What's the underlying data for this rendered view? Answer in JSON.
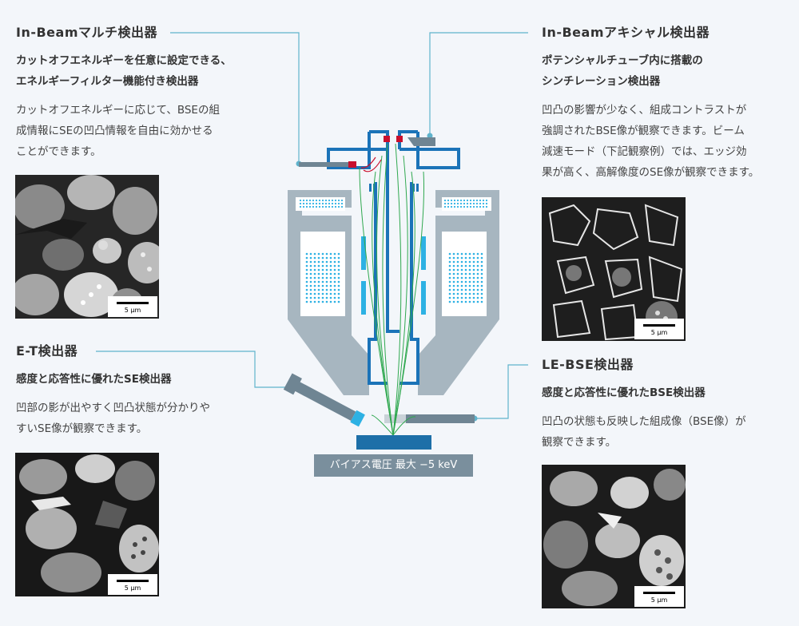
{
  "detectors": {
    "multi": {
      "title": "In-Beamマルチ検出器",
      "subtitle": [
        "カットオフエネルギーを任意に設定できる、",
        "エネルギーフィルター機能付き検出器"
      ],
      "description": [
        "カットオフエネルギーに応じて、BSEの組",
        "成情報にSEの凹凸情報を自由に効かせる",
        "ことができます。"
      ],
      "scale": "5 μm"
    },
    "axial": {
      "title": "In-Beamアキシャル検出器",
      "subtitle": [
        "ポテンシャルチューブ内に搭載の",
        "シンチレーション検出器"
      ],
      "description": [
        "凹凸の影響が少なく、組成コントラストが",
        "強調されたBSE像が観察できます。ビーム",
        "減速モード（下記観察例）では、エッジ効",
        "果が高く、高解像度のSE像が観察できます。"
      ],
      "scale": "5 μm"
    },
    "et": {
      "title": "E-T検出器",
      "subtitle": [
        "感度と応答性に優れたSE検出器"
      ],
      "description": [
        "凹部の影が出やすく凹凸状態が分かりや",
        "すいSE像が観察できます。"
      ],
      "scale": "5 μm"
    },
    "lebse": {
      "title": "LE-BSE検出器",
      "subtitle": [
        "感度と応答性に優れたBSE検出器"
      ],
      "description": [
        "凹凸の状態も反映した組成像（BSE像）が",
        "観察できます。"
      ],
      "scale": "5 μm"
    }
  },
  "bias_label": "バイアス電圧 最大 −5 keV",
  "colors": {
    "accent_blue": "#1b73b8",
    "lead_line": "#5fb3cc",
    "pole_piece": "#a7b6c0",
    "beam_green": "#2fa84f",
    "detector_red": "#c8102e",
    "stage": "#1d6fa8"
  }
}
